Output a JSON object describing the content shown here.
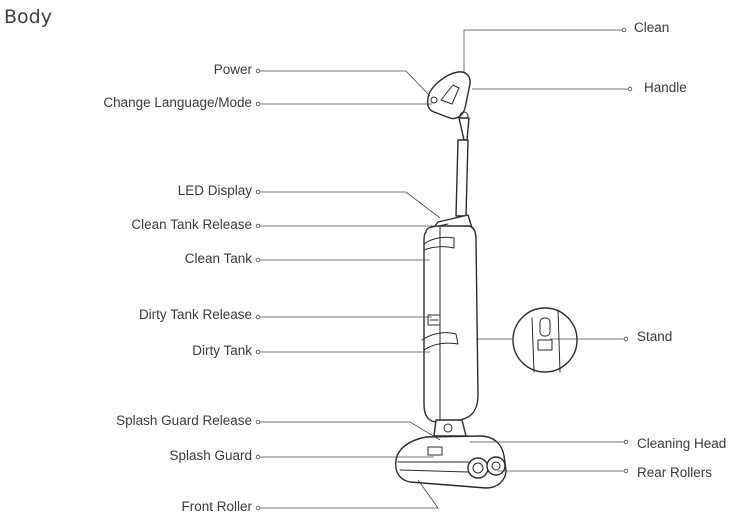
{
  "title": "Body",
  "labels": {
    "power": "Power",
    "change_mode": "Change Language/Mode",
    "led_display": "LED Display",
    "clean_tank_release": "Clean Tank Release",
    "clean_tank": "Clean Tank",
    "dirty_tank_release": "Dirty Tank Release",
    "dirty_tank": "Dirty Tank",
    "splash_guard_release": "Splash Guard Release",
    "splash_guard": "Splash Guard",
    "front_roller": "Front Roller",
    "clean": "Clean",
    "handle": "Handle",
    "stand": "Stand",
    "cleaning_head": "Cleaning Head",
    "rear_rollers": "Rear Rollers"
  }
}
